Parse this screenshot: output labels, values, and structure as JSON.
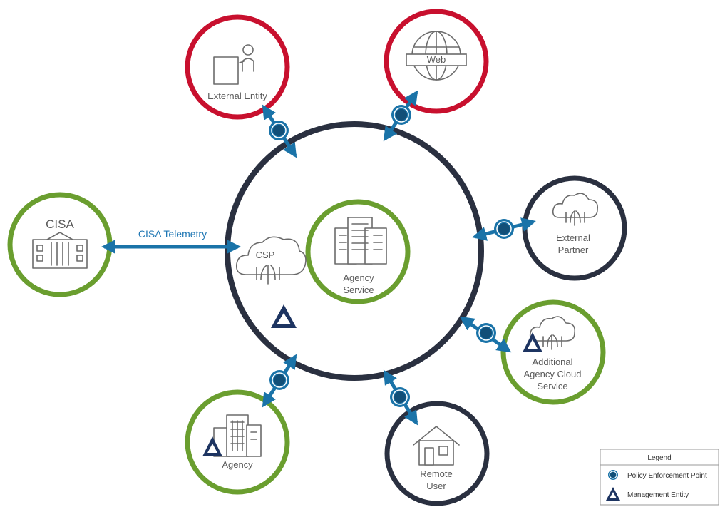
{
  "nodes": {
    "csp": "CSP",
    "agency_service": [
      "Agency",
      "Service"
    ],
    "cisa": "CISA",
    "external_entity": "External Entity",
    "web": "Web",
    "external_partner": [
      "External",
      "Partner"
    ],
    "additional_cloud": [
      "Additional",
      "Agency Cloud",
      "Service"
    ],
    "remote_user": [
      "Remote",
      "User"
    ],
    "agency": "Agency"
  },
  "connections": {
    "cisa_telemetry": "CISA Telemetry"
  },
  "legend": {
    "title": "Legend",
    "items": [
      {
        "icon": "policy-enforcement-point",
        "label": "Policy Enforcement Point"
      },
      {
        "icon": "management-entity",
        "label": "Management Entity"
      }
    ]
  },
  "colors": {
    "green": "#6a9e2f",
    "red": "#c8102e",
    "navy": "#2a3040",
    "blue": "#1a73a8",
    "triangle": "#1d3461"
  }
}
